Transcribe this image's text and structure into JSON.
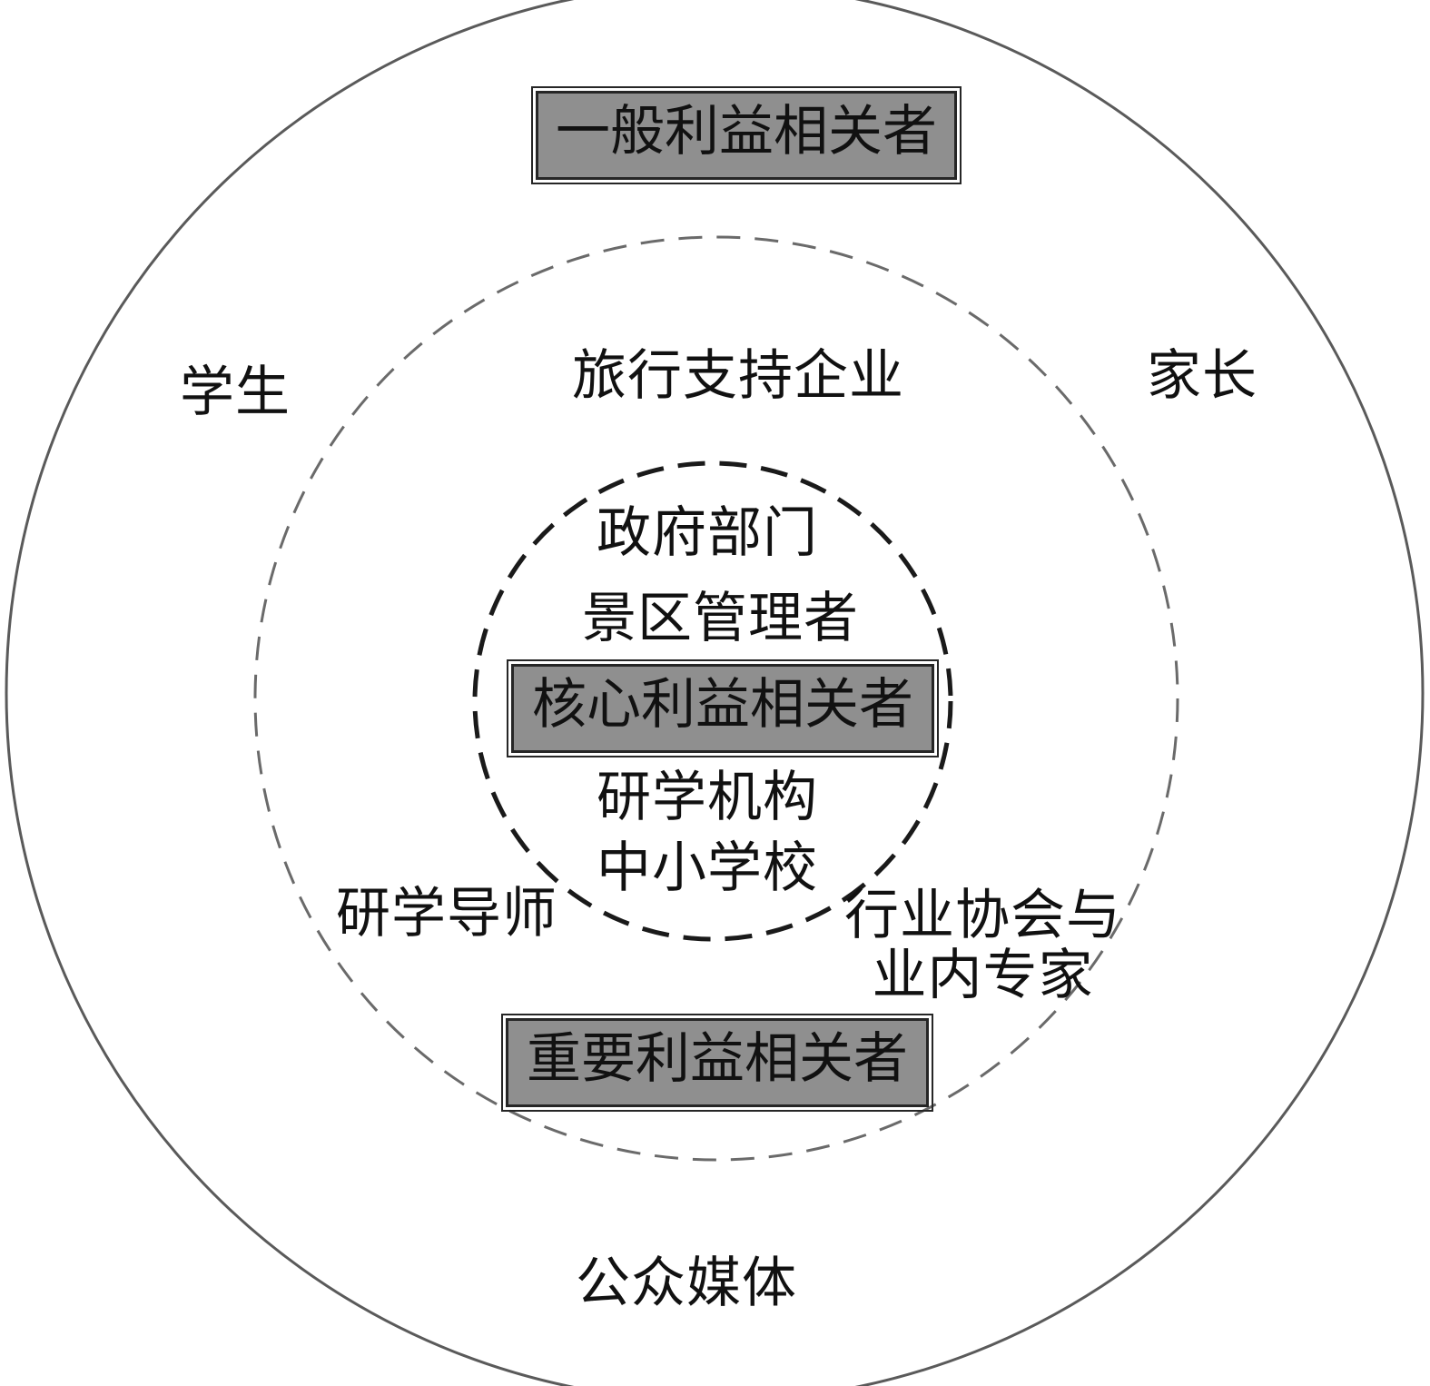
{
  "tiers": {
    "general": "一般利益相关者",
    "core": "核心利益相关者",
    "important": "重要利益相关者"
  },
  "outer_ring": {
    "students": "学生",
    "parents": "家长",
    "public_media": "公众媒体"
  },
  "middle_ring": {
    "travel_support": "旅行支持企业",
    "tutors": "研学导师",
    "industry_line1": "行业协会与",
    "industry_line2": "业内专家"
  },
  "inner_ring": {
    "government": "政府部门",
    "scenic_managers": "景区管理者",
    "study_institutions": "研学机构",
    "schools": "中小学校"
  },
  "colors": {
    "tier_fill": "#8f8f8f",
    "tier_border": "#262626",
    "outer_ring": "#5a5a5a",
    "middle_ring": "#6a6a6a",
    "inner_ring": "#1a1a1a"
  }
}
